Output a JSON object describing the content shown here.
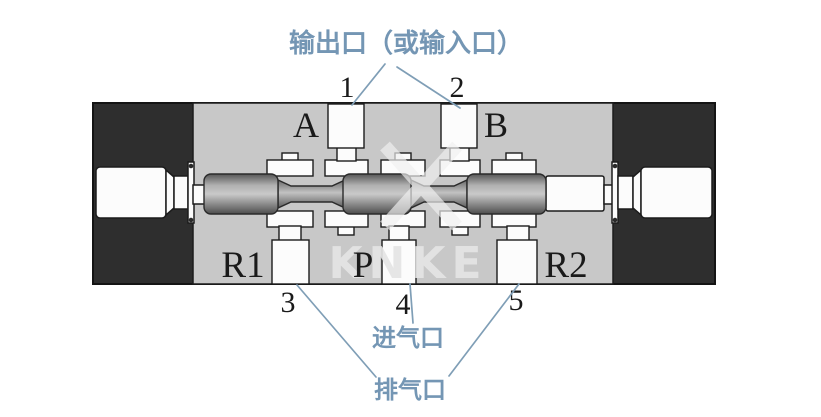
{
  "figure": {
    "type": "pneumatic-directional-valve-cross-section",
    "callouts": {
      "top": "输出口（或输入口）",
      "intake": "进气口",
      "exhaust": "排气口"
    },
    "port_letters": {
      "a": "A",
      "b": "B",
      "r1": "R1",
      "p": "P",
      "r2": "R2"
    },
    "port_numbers": {
      "n1": "1",
      "n2": "2",
      "n3": "3",
      "n4": "4",
      "n5": "5"
    },
    "watermark": "KNKE",
    "colors": {
      "callout_blue": "#7496b4",
      "leader_line_blue": "#7f9eb6",
      "body_gray": "#c8c8c8",
      "end_cap_black": "#2e2e2e",
      "port_white": "#fcfcfc",
      "text_black": "#1a1a1a"
    }
  }
}
